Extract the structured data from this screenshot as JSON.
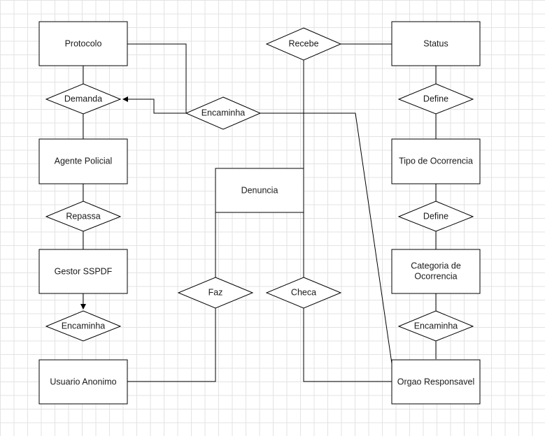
{
  "entities": {
    "protocolo": "Protocolo",
    "status": "Status",
    "agente_policial": "Agente Policial",
    "tipo_ocorrencia": "Tipo de Ocorrencia",
    "denuncia": "Denuncia",
    "gestor_sspdf": "Gestor SSPDF",
    "categoria_line1": "Categoria de",
    "categoria_line2": "Ocorrencia",
    "usuario_anonimo": "Usuario Anonimo",
    "orgao_responsavel": "Orgao Responsavel"
  },
  "relationships": {
    "recebe": "Recebe",
    "demanda": "Demanda",
    "encaminha_center": "Encaminha",
    "define_1": "Define",
    "repassa": "Repassa",
    "define_2": "Define",
    "faz": "Faz",
    "checa": "Checa",
    "encaminha_left": "Encaminha",
    "encaminha_right": "Encaminha"
  }
}
